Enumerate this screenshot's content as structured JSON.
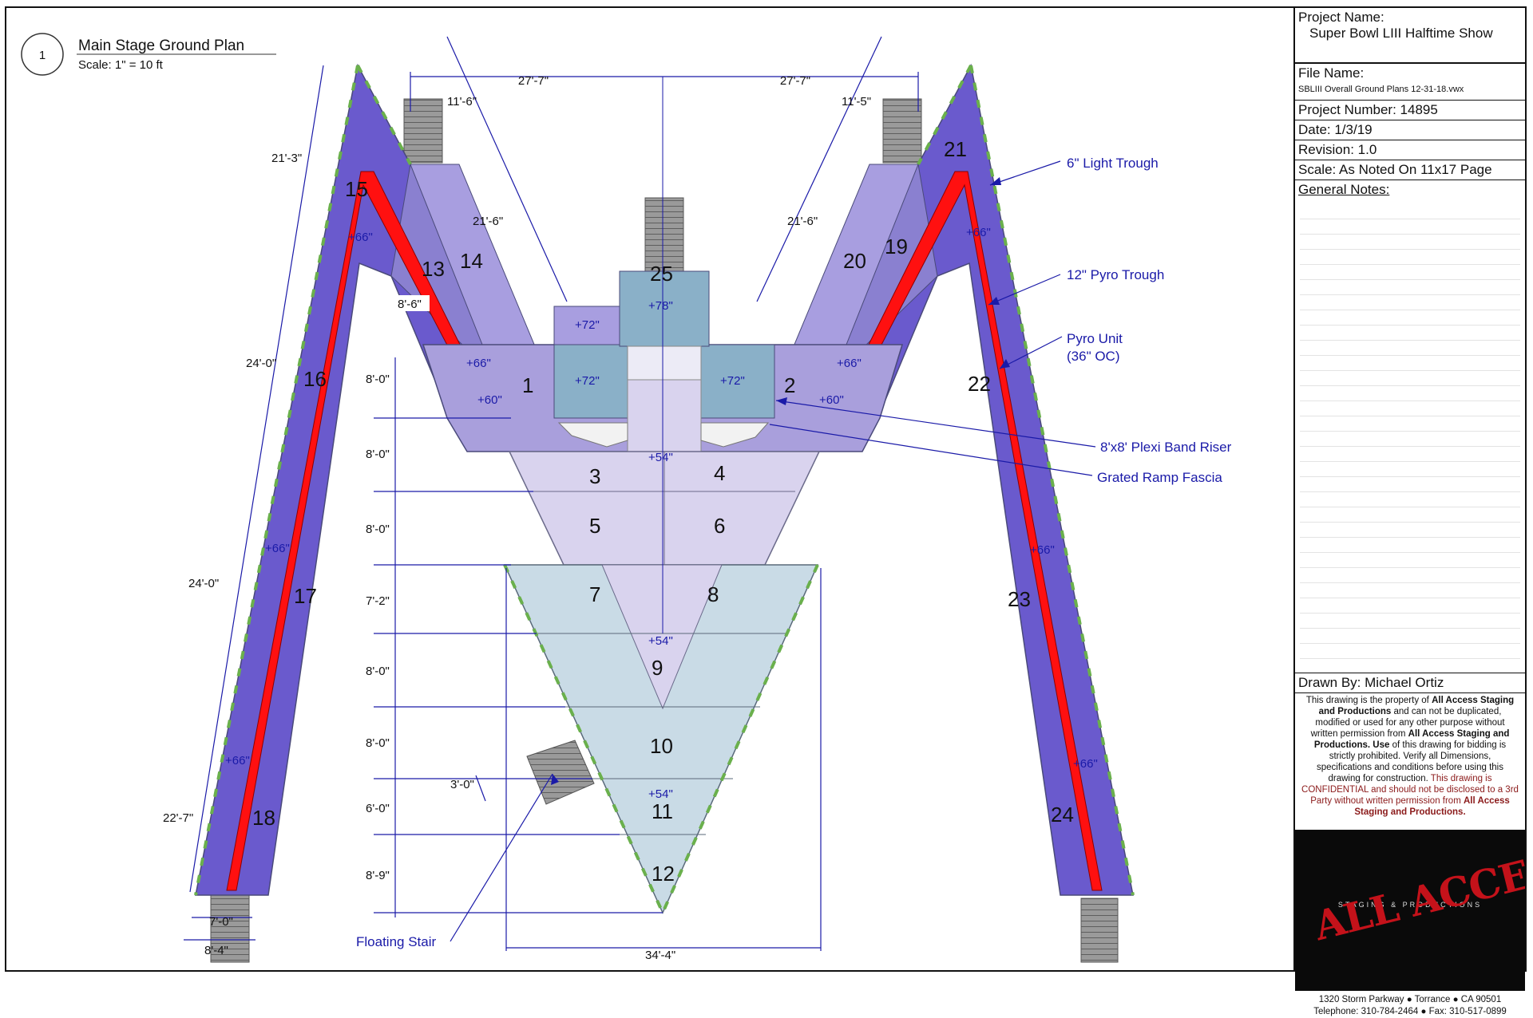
{
  "drawing": {
    "number": "1",
    "title": "Main Stage Ground Plan",
    "scale": "Scale: 1\" = 10 ft"
  },
  "title_block": {
    "project_name_label": "Project Name:",
    "project_name": "Super Bowl LIII Halftime Show",
    "file_name_label": "File Name:",
    "file_name": "SBLIII Overall Ground Plans 12-31-18.vwx",
    "project_number": "Project Number:  14895",
    "date": "Date:  1/3/19",
    "revision": "Revision:  1.0",
    "scale": "Scale:  As Noted On 11x17 Page",
    "general_notes_label": "General Notes:",
    "drawn_by": "Drawn By:  Michael Ortiz",
    "disclaimer": {
      "p1": "This drawing is the property of ",
      "b1": "All Access Staging and Productions",
      "p2": " and can not be duplicated, modified or used for any other purpose without written permission from ",
      "b2": "All Access Staging and Productions.",
      "b3": " Use",
      "p3": " of this drawing for bidding is strictly prohibited. Verify all Dimensions, specifications and conditions before using this drawing for construction.",
      "c1": "This drawing is CONFIDENTIAL and should not be disclosed to a 3rd Party without written permission from ",
      "c2": "All Access Staging and Productions."
    },
    "logo_main": "ALL ACCESS",
    "logo_sub": "STAGING & PRODUCTIONS",
    "address": "1320 Storm Parkway ● Torrance ● CA 90501",
    "phone": "Telephone:  310-784-2464 ● Fax:  310-517-0899"
  },
  "sections": [
    "1",
    "2",
    "3",
    "4",
    "5",
    "6",
    "7",
    "8",
    "9",
    "10",
    "11",
    "12",
    "13",
    "14",
    "15",
    "16",
    "17",
    "18",
    "19",
    "20",
    "21",
    "22",
    "23",
    "24",
    "25"
  ],
  "elevations": {
    "e78": "+78\"",
    "e72": "+72\"",
    "e66": "+66\"",
    "e60": "+60\"",
    "e54": "+54\""
  },
  "dimensions": {
    "top_left": "27'-7\"",
    "top_right": "27'-7\"",
    "left_11_6": "11'-6\"",
    "right_11_5": "11'-5\"",
    "left_21_3": "21'-3\"",
    "left_21_6": "21'-6\"",
    "right_21_6": "21'-6\"",
    "left_24_a": "24'-0\"",
    "left_24_b": "24'-0\"",
    "left_22_7": "22'-7\"",
    "dim_8_6": "8'-6\"",
    "col_8_0": "8'-0\"",
    "col_7_2": "7'-2\"",
    "col_6_0": "6'-0\"",
    "col_8_9": "8'-9\"",
    "stair_3_0": "3'-0\"",
    "bottom_34_4": "34'-4\"",
    "base_7_0": "7'-0\"",
    "base_8_4": "8'-4\""
  },
  "callouts": {
    "light_trough": "6\" Light Trough",
    "pyro_trough": "12\" Pyro Trough",
    "pyro_unit": "Pyro Unit",
    "pyro_unit_oc": "(36\" OC)",
    "band_riser": "8'x8' Plexi Band Riser",
    "ramp_fascia": "Grated Ramp Fascia",
    "floating_stair": "Floating Stair"
  },
  "colors": {
    "leg_purple": "#6a5acd",
    "inner_purple": "#9a8fd6",
    "light_lavender": "#d9d3ee",
    "light_blue": "#c9dbe6",
    "riser_blue": "#8ab0c8",
    "pyro_red": "#ff1010",
    "dimension_blue": "#1a1aa8",
    "trough_green": "#6ab04c"
  }
}
